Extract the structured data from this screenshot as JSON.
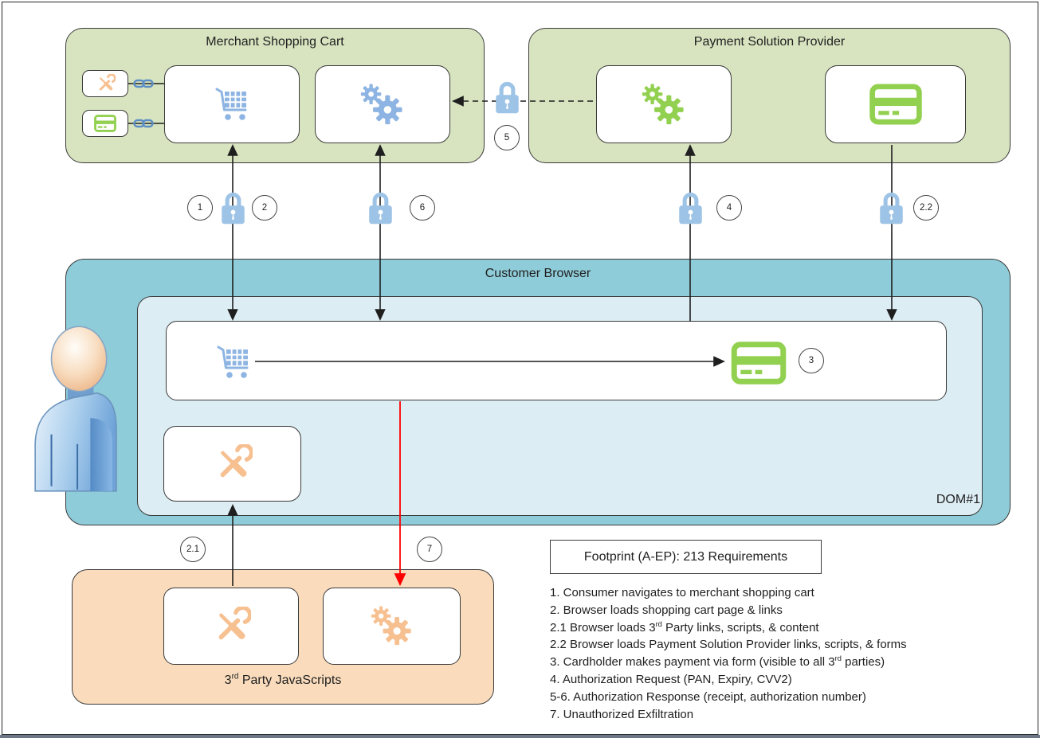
{
  "merchant": {
    "title": "Merchant Shopping Cart"
  },
  "psp": {
    "title": "Payment Solution Provider"
  },
  "browser": {
    "title": "Customer Browser",
    "dom_label": "DOM#1"
  },
  "third_party": {
    "title": "3rd Party JavaScripts"
  },
  "footprint": {
    "label": "Footprint (A-EP): 213 Requirements"
  },
  "badges": [
    "1",
    "2",
    "6",
    "4",
    "2.2",
    "5",
    "3",
    "2.1",
    "7"
  ],
  "steps": [
    "1. Consumer navigates to merchant shopping cart",
    "2. Browser loads shopping cart page & links",
    "2.1 Browser loads 3rd Party links, scripts, & content",
    "2.2 Browser loads Payment Solution Provider links, scripts, & forms",
    "3. Cardholder makes payment via form  (visible to all 3rd parties)",
    "4. Authorization Request (PAN, Expiry, CVV2)",
    "5-6. Authorization Response (receipt, authorization number)",
    "7. Unauthorized Exfiltration"
  ],
  "icons": {
    "cart-icon": "svg-shopping-cart",
    "gears-icon": "svg-double-gear",
    "tools-icon": "svg-crossed-wrench-screwdriver",
    "credit-card-icon": "svg-credit-card",
    "chain-link-icon": "svg-chain-links",
    "lock-icon": "svg-padlock",
    "person-icon": "svg-person-clipart"
  },
  "colors": {
    "box_green": "#d8e4c0",
    "box_teal": "#8fccd9",
    "box_teal_inner": "#ddedf4",
    "box_orange": "#fadcbd",
    "icon_blue": "#8db4e2",
    "icon_green": "#92d050",
    "icon_orange": "#f7c091",
    "lock_blue": "#9dc3e6",
    "chain_blue": "#5b8ec4",
    "arrow_red": "#ff0000",
    "line_dark": "#1f1f1f"
  }
}
